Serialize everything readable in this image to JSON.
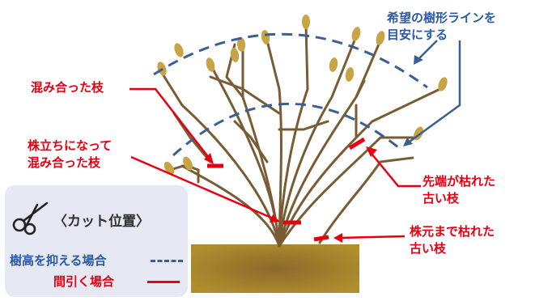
{
  "labels": {
    "target_line": [
      "希望の樹形ラインを",
      "目安にする"
    ],
    "crowded_branch": "混み合った枝",
    "stump_crowded": [
      "株立ちになって",
      "混み合った枝"
    ],
    "tip_withered": [
      "先端が枯れた",
      "古い枝"
    ],
    "stump_withered": [
      "株元まで枯れた",
      "古い枝"
    ]
  },
  "legend": {
    "title": "〈カット位置〉",
    "height_control": "樹高を抑える場合",
    "thinning": "間引く場合",
    "scissors_icon": "scissors-icon"
  },
  "colors": {
    "branch": "#7a5c34",
    "bud": "#c9a445",
    "cut_mark": "#e60012",
    "guide_dash": "#3a5f95",
    "pot": "#a4822a",
    "legend_bg": "#e6e9f3"
  }
}
